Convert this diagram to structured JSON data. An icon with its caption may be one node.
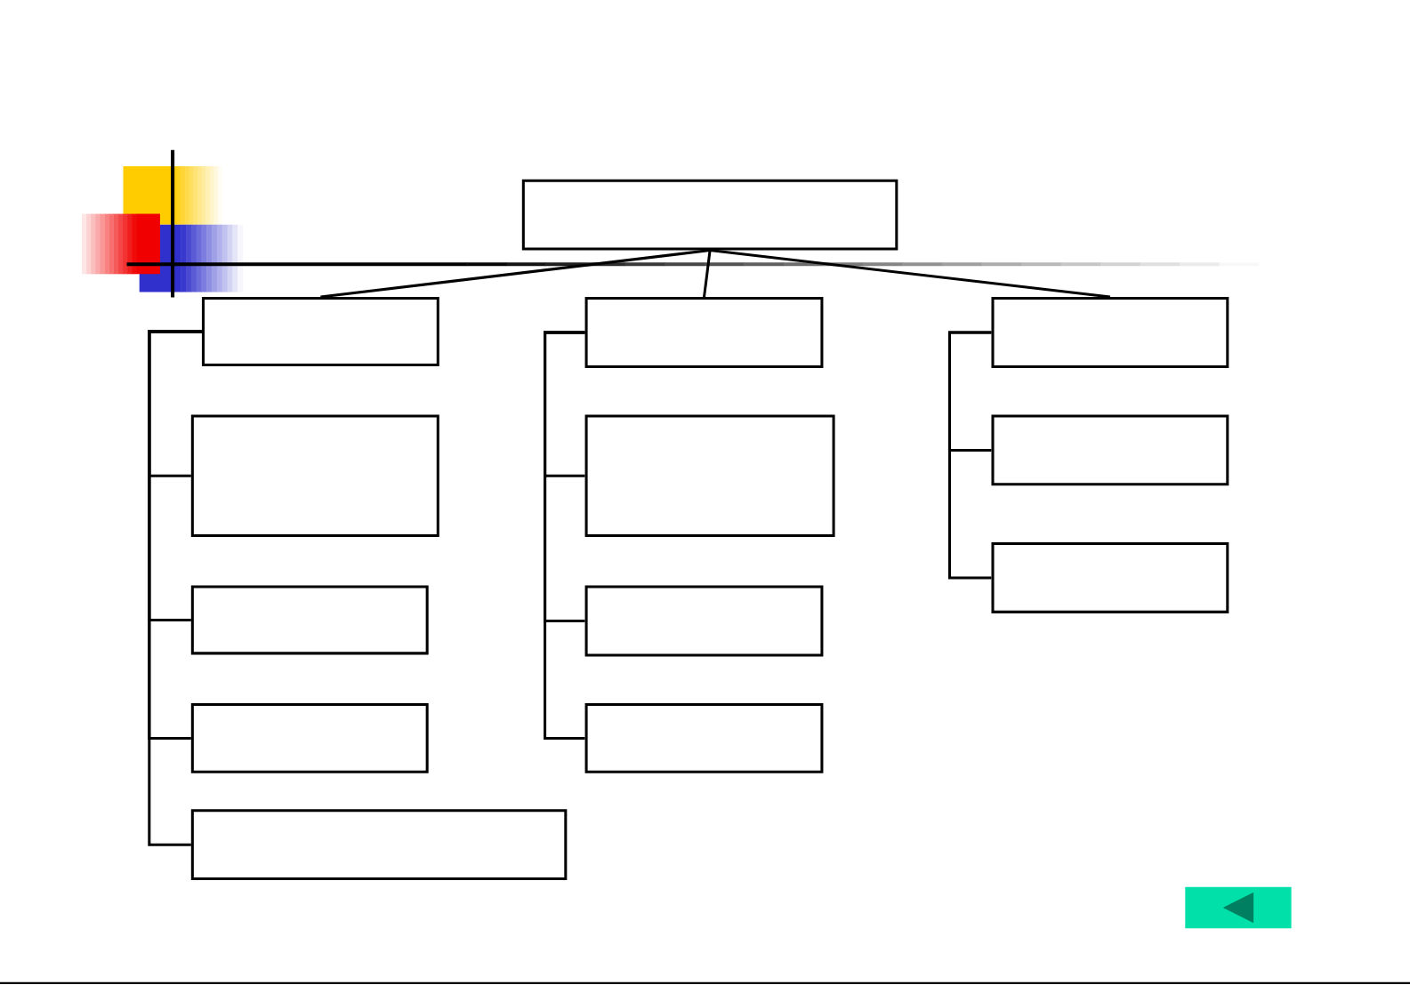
{
  "diagram": {
    "nodes": [
      {
        "text": [],
        "shape": "box"
      },
      {
        "text": [],
        "shape": "box"
      },
      {
        "text": [],
        "shape": "box"
      },
      {
        "text": [],
        "shape": "box"
      },
      {
        "text": [],
        "shape": "box"
      },
      {
        "text": [],
        "shape": "box"
      },
      {
        "text": [],
        "shape": "box"
      },
      {
        "text": [],
        "shape": "box"
      },
      {
        "text": [],
        "shape": "box"
      },
      {
        "text": [],
        "shape": "box"
      },
      {
        "text": [],
        "shape": "box"
      },
      {
        "text": [],
        "shape": "box"
      },
      {
        "text": [],
        "shape": "box"
      }
    ],
    "edges": [
      {
        "from": 0,
        "to": 1,
        "arrow": "none"
      },
      {
        "from": 0,
        "to": 2,
        "arrow": "none"
      },
      {
        "from": 0,
        "to": 3,
        "arrow": "none"
      },
      {
        "from": 1,
        "to": 4,
        "arrow": "none"
      },
      {
        "from": 1,
        "to": 5,
        "arrow": "none"
      },
      {
        "from": 1,
        "to": 6,
        "arrow": "none"
      },
      {
        "from": 1,
        "to": 7,
        "arrow": "none"
      },
      {
        "from": 2,
        "to": 8,
        "arrow": "none"
      },
      {
        "from": 2,
        "to": 9,
        "arrow": "none"
      },
      {
        "from": 2,
        "to": 10,
        "arrow": "none"
      },
      {
        "from": 3,
        "to": 11,
        "arrow": "none"
      },
      {
        "from": 3,
        "to": 12,
        "arrow": "none"
      }
    ]
  }
}
